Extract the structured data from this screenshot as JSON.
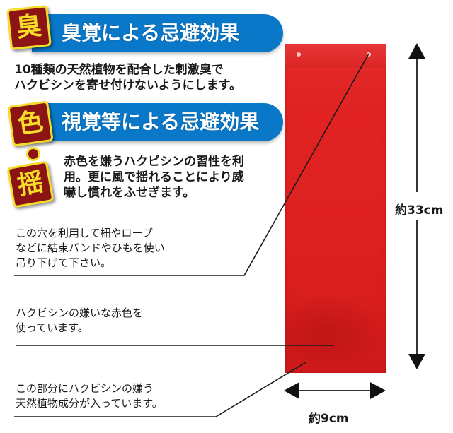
{
  "section_smell": {
    "badge": "臭",
    "title": "臭覚による忌避効果",
    "description": "10種類の天然植物を配合した刺激臭で\nハクビシンを寄せ付けないようにします。"
  },
  "section_visual": {
    "badge_top": "色",
    "badge_bottom": "揺",
    "title": "視覚等による忌避効果",
    "description": "赤色を嫌うハクビシンの習性を利\n用。更に風で揺れることにより威\n嚇し慣れをふせぎます。"
  },
  "annotations": {
    "hole": "この穴を利用して柵やロープ\nなどに結束バンドやひもを使い\n吊り下げて下さい。",
    "color": "ハクビシンの嫌いな赤色を\n使っています。",
    "ingredient": "この部分にハクビシンの嫌う\n天然植物成分が入っています。"
  },
  "dimensions": {
    "height": "約33cm",
    "width": "約9cm"
  },
  "colors": {
    "banner_blue": "#0a78c8",
    "badge_red": "#8c1414",
    "badge_yellow": "#f4de28",
    "bag_red": "#e02222"
  }
}
